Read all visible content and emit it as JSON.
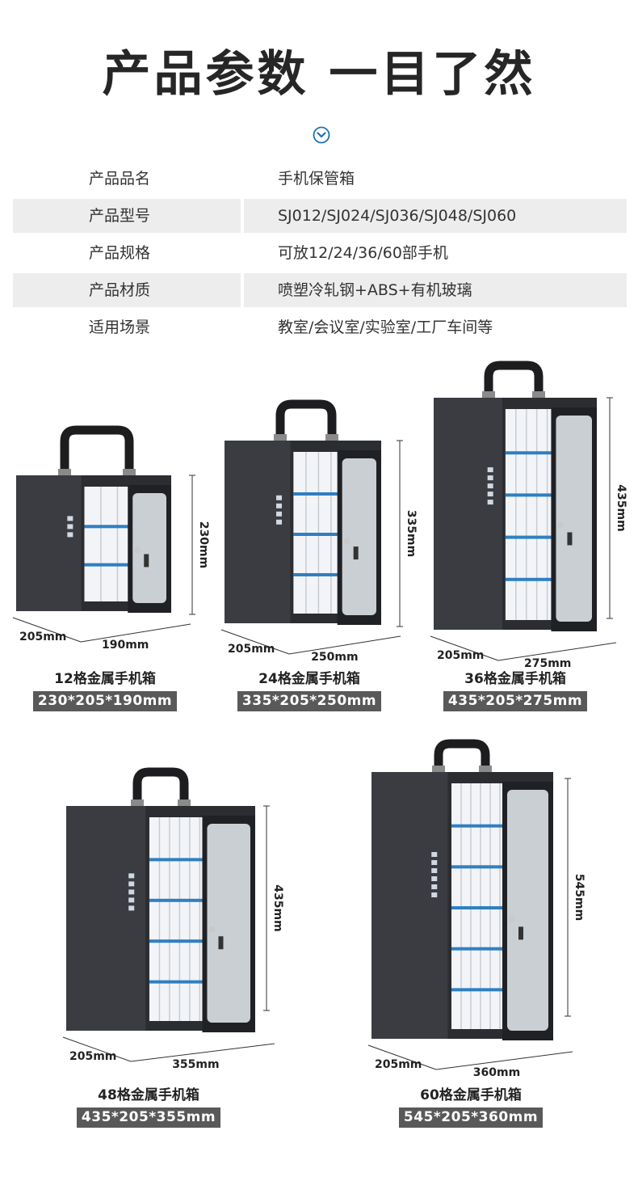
{
  "header": {
    "title": "产品参数 一目了然",
    "chevron_icon": "chevron-down-circle-icon",
    "accent_color": "#1f6fb5"
  },
  "specs": [
    {
      "label": "产品品名",
      "value": "手机保管箱"
    },
    {
      "label": "产品型号",
      "value": "SJ012/SJ024/SJ036/SJ048/SJ060"
    },
    {
      "label": "产品规格",
      "value": "可放12/24/36/60部手机"
    },
    {
      "label": "产品材质",
      "value": "喷塑冷轧钢+ABS+有机玻璃"
    },
    {
      "label": "适用场景",
      "value": "教室/会议室/实验室/工厂车间等"
    }
  ],
  "products": [
    {
      "name": "12格金属手机箱",
      "size": "230*205*190mm",
      "height": "230mm",
      "depth": "205mm",
      "width": "190mm"
    },
    {
      "name": "24格金属手机箱",
      "size": "335*205*250mm",
      "height": "335mm",
      "depth": "205mm",
      "width": "250mm"
    },
    {
      "name": "36格金属手机箱",
      "size": "435*205*275mm",
      "height": "435mm",
      "depth": "205mm",
      "width": "275mm"
    },
    {
      "name": "48格金属手机箱",
      "size": "435*205*355mm",
      "height": "435mm",
      "depth": "205mm",
      "width": "355mm"
    },
    {
      "name": "60格金属手机箱",
      "size": "545*205*360mm",
      "height": "545mm",
      "depth": "205mm",
      "width": "360mm"
    }
  ]
}
